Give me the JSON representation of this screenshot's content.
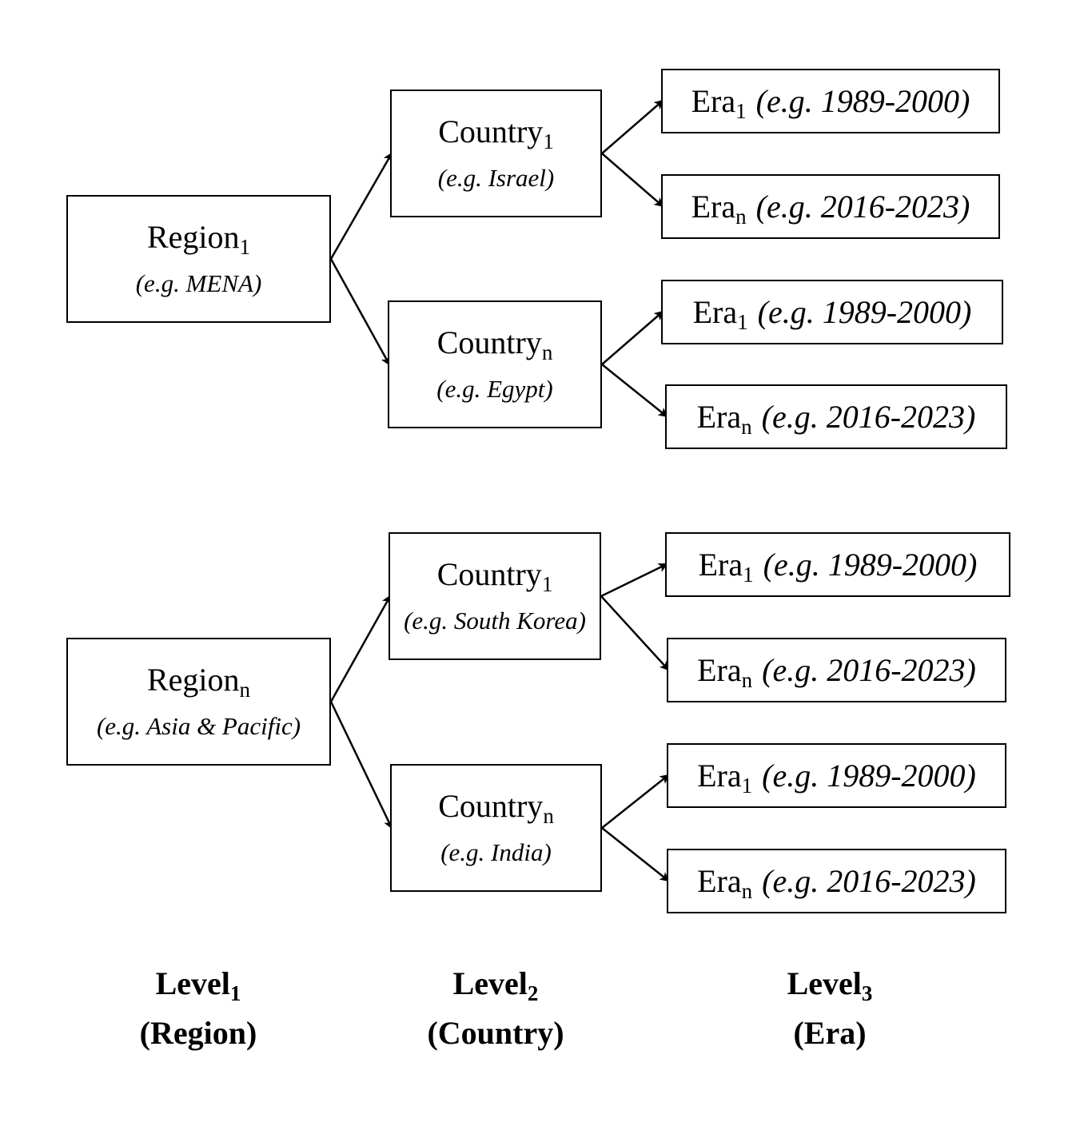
{
  "sections": [
    {
      "region": {
        "label": "Region",
        "subscript": "1",
        "example": "(e.g. MENA)"
      },
      "countries": [
        {
          "label": "Country",
          "subscript": "1",
          "example": "(e.g. Israel)",
          "eras": [
            {
              "label": "Era",
              "subscript": "1",
              "example": "(e.g. 1989-2000)"
            },
            {
              "label": "Era",
              "subscript": "n",
              "example": "(e.g. 2016-2023)"
            }
          ]
        },
        {
          "label": "Country",
          "subscript": "n",
          "example": "(e.g. Egypt)",
          "eras": [
            {
              "label": "Era",
              "subscript": "1",
              "example": "(e.g. 1989-2000)"
            },
            {
              "label": "Era",
              "subscript": "n",
              "example": "(e.g. 2016-2023)"
            }
          ]
        }
      ]
    },
    {
      "region": {
        "label": "Region",
        "subscript": "n",
        "example": "(e.g. Asia & Pacific)"
      },
      "countries": [
        {
          "label": "Country",
          "subscript": "1",
          "example": "(e.g. South Korea)",
          "eras": [
            {
              "label": "Era",
              "subscript": "1",
              "example": "(e.g. 1989-2000)"
            },
            {
              "label": "Era",
              "subscript": "n",
              "example": "(e.g. 2016-2023)"
            }
          ]
        },
        {
          "label": "Country",
          "subscript": "n",
          "example": "(e.g. India)",
          "eras": [
            {
              "label": "Era",
              "subscript": "1",
              "example": "(e.g. 1989-2000)"
            },
            {
              "label": "Era",
              "subscript": "n",
              "example": "(e.g. 2016-2023)"
            }
          ]
        }
      ]
    }
  ],
  "levels": [
    {
      "label": "Level",
      "subscript": "1",
      "caption": "(Region)"
    },
    {
      "label": "Level",
      "subscript": "2",
      "caption": "(Country)"
    },
    {
      "label": "Level",
      "subscript": "3",
      "caption": "(Era)"
    }
  ]
}
